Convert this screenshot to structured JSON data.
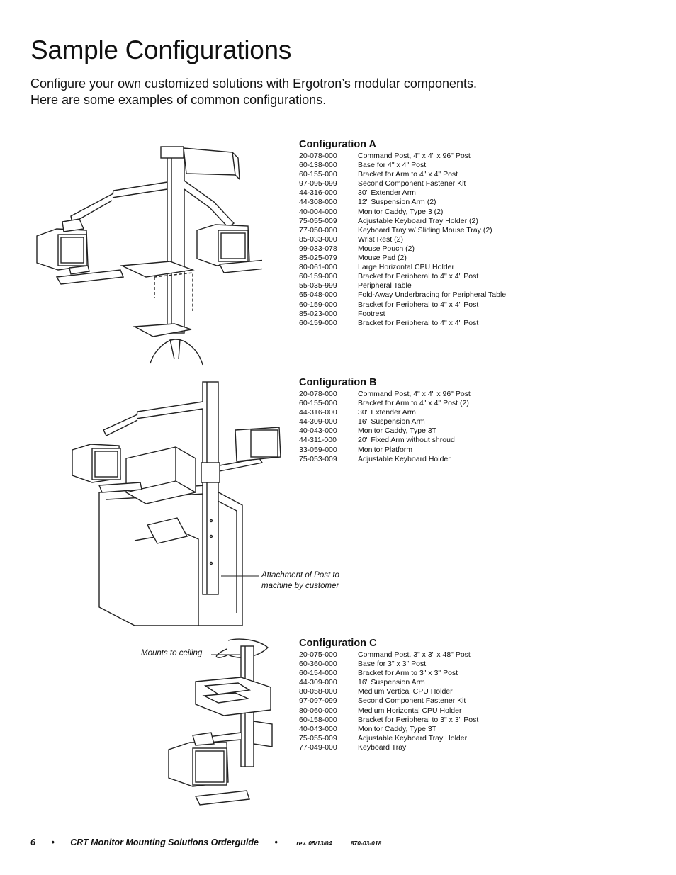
{
  "page": {
    "title": "Sample Configurations",
    "intro_line1": "Configure your own customized solutions with Ergotron’s modular components.",
    "intro_line2": "Here are some examples of common configurations."
  },
  "configs": [
    {
      "heading": "Configuration A",
      "parts": [
        {
          "no": "20-078-000",
          "desc": "Command Post, 4\" x 4\" x 96\" Post"
        },
        {
          "no": "60-138-000",
          "desc": "Base for 4\" x 4\" Post"
        },
        {
          "no": "60-155-000",
          "desc": "Bracket for Arm to 4\" x 4\" Post"
        },
        {
          "no": "97-095-099",
          "desc": "Second Component Fastener Kit"
        },
        {
          "no": "44-316-000",
          "desc": "30\" Extender Arm"
        },
        {
          "no": "44-308-000",
          "desc": "12\" Suspension Arm (2)"
        },
        {
          "no": "40-004-000",
          "desc": "Monitor Caddy, Type 3 (2)"
        },
        {
          "no": "75-055-009",
          "desc": "Adjustable Keyboard Tray Holder (2)"
        },
        {
          "no": "77-050-000",
          "desc": "Keyboard Tray w/ Sliding Mouse Tray (2)"
        },
        {
          "no": "85-033-000",
          "desc": "Wrist Rest (2)"
        },
        {
          "no": "99-033-078",
          "desc": "Mouse Pouch (2)"
        },
        {
          "no": "85-025-079",
          "desc": "Mouse Pad (2)"
        },
        {
          "no": "80-061-000",
          "desc": "Large Horizontal CPU Holder"
        },
        {
          "no": "60-159-000",
          "desc": "Bracket for Peripheral to 4\" x 4\" Post"
        },
        {
          "no": "55-035-999",
          "desc": "Peripheral Table"
        },
        {
          "no": "65-048-000",
          "desc": "Fold-Away Underbracing for Peripheral Table"
        },
        {
          "no": "60-159-000",
          "desc": "Bracket for Peripheral to 4\" x 4\" Post"
        },
        {
          "no": "85-023-000",
          "desc": "Footrest"
        },
        {
          "no": "60-159-000",
          "desc": "Bracket for Peripheral to 4\" x 4\" Post"
        }
      ]
    },
    {
      "heading": "Configuration B",
      "parts": [
        {
          "no": "20-078-000",
          "desc": "Command Post, 4\" x 4\" x 96\" Post"
        },
        {
          "no": "60-155-000",
          "desc": "Bracket for Arm to 4\" x 4\" Post (2)"
        },
        {
          "no": "44-316-000",
          "desc": "30\" Extender Arm"
        },
        {
          "no": "44-309-000",
          "desc": "16\" Suspension Arm"
        },
        {
          "no": "40-043-000",
          "desc": "Monitor Caddy, Type 3T"
        },
        {
          "no": "44-311-000",
          "desc": "20\" Fixed Arm without shroud"
        },
        {
          "no": "33-059-000",
          "desc": "Monitor Platform"
        },
        {
          "no": "75-053-009",
          "desc": "Adjustable Keyboard Holder"
        }
      ]
    },
    {
      "heading": "Configuration C",
      "parts": [
        {
          "no": "20-075-000",
          "desc": "Command Post, 3\" x 3\" x 48\" Post"
        },
        {
          "no": "60-360-000",
          "desc": "Base for 3\" x 3\" Post"
        },
        {
          "no": "60-154-000",
          "desc": "Bracket for Arm to 3\" x 3\" Post"
        },
        {
          "no": "44-309-000",
          "desc": "16\" Suspension Arm"
        },
        {
          "no": "80-058-000",
          "desc": "Medium Vertical CPU Holder"
        },
        {
          "no": "97-097-099",
          "desc": "Second Component Fastener Kit"
        },
        {
          "no": "80-060-000",
          "desc": "Medium Horizontal CPU Holder"
        },
        {
          "no": "60-158-000",
          "desc": "Bracket for Peripheral to 3\" x 3\" Post"
        },
        {
          "no": "40-043-000",
          "desc": "Monitor Caddy, Type 3T"
        },
        {
          "no": "75-055-009",
          "desc": "Adjustable Keyboard Tray Holder"
        },
        {
          "no": "77-049-000",
          "desc": "Keyboard Tray"
        }
      ]
    }
  ],
  "callouts": {
    "b_line1": "Attachment of Post to",
    "b_line2": "machine by customer",
    "c_text": "Mounts to ceiling"
  },
  "footer": {
    "page_no": "6",
    "bullet": "•",
    "guide": "CRT Monitor Mounting Solutions Orderguide",
    "rev": "rev. 05/13/04",
    "code": "870-03-018"
  }
}
